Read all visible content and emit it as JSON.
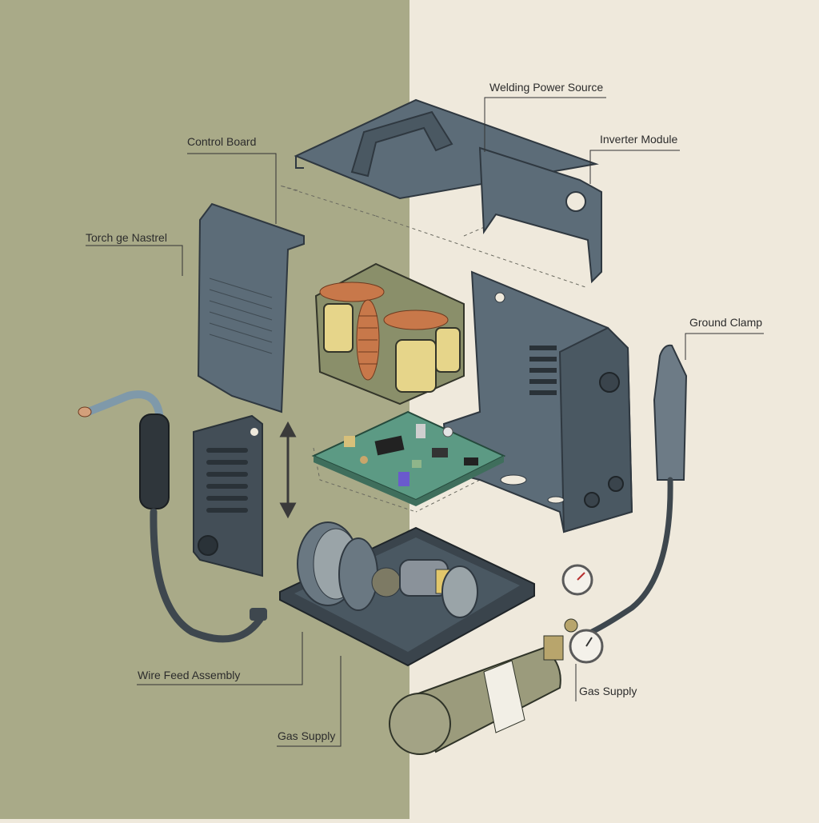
{
  "colors": {
    "left_panel": "#a9aa88",
    "right_panel": "#efe9dc",
    "housing": "#5c6c78",
    "housing_dark": "#434e57",
    "copper": "#c8784a",
    "coil_yellow": "#e6d58a",
    "pcb_green": "#5c9a84",
    "cylinder_olive": "#9b9b7c"
  },
  "labels": {
    "welding_power_source": "Welding Power Source",
    "inverter_module": "Inverter Module",
    "control_board": "Control Board",
    "torch_label": "Torch ge Nastrel",
    "ground_clamp": "Ground Clamp",
    "wire_feed_assembly": "Wire Feed Assembly",
    "gas_supply_left": "Gas Supply",
    "gas_supply_right": "Gas Supply"
  },
  "icons": {
    "torch": "welding-torch-icon",
    "ground_clamp": "ground-clamp-icon",
    "gas_cylinder": "gas-cylinder-icon",
    "pressure_gauge": "pressure-gauge-icon",
    "wire_spool": "wire-spool-icon",
    "transformer": "transformer-icon",
    "pcb": "circuit-board-icon"
  }
}
